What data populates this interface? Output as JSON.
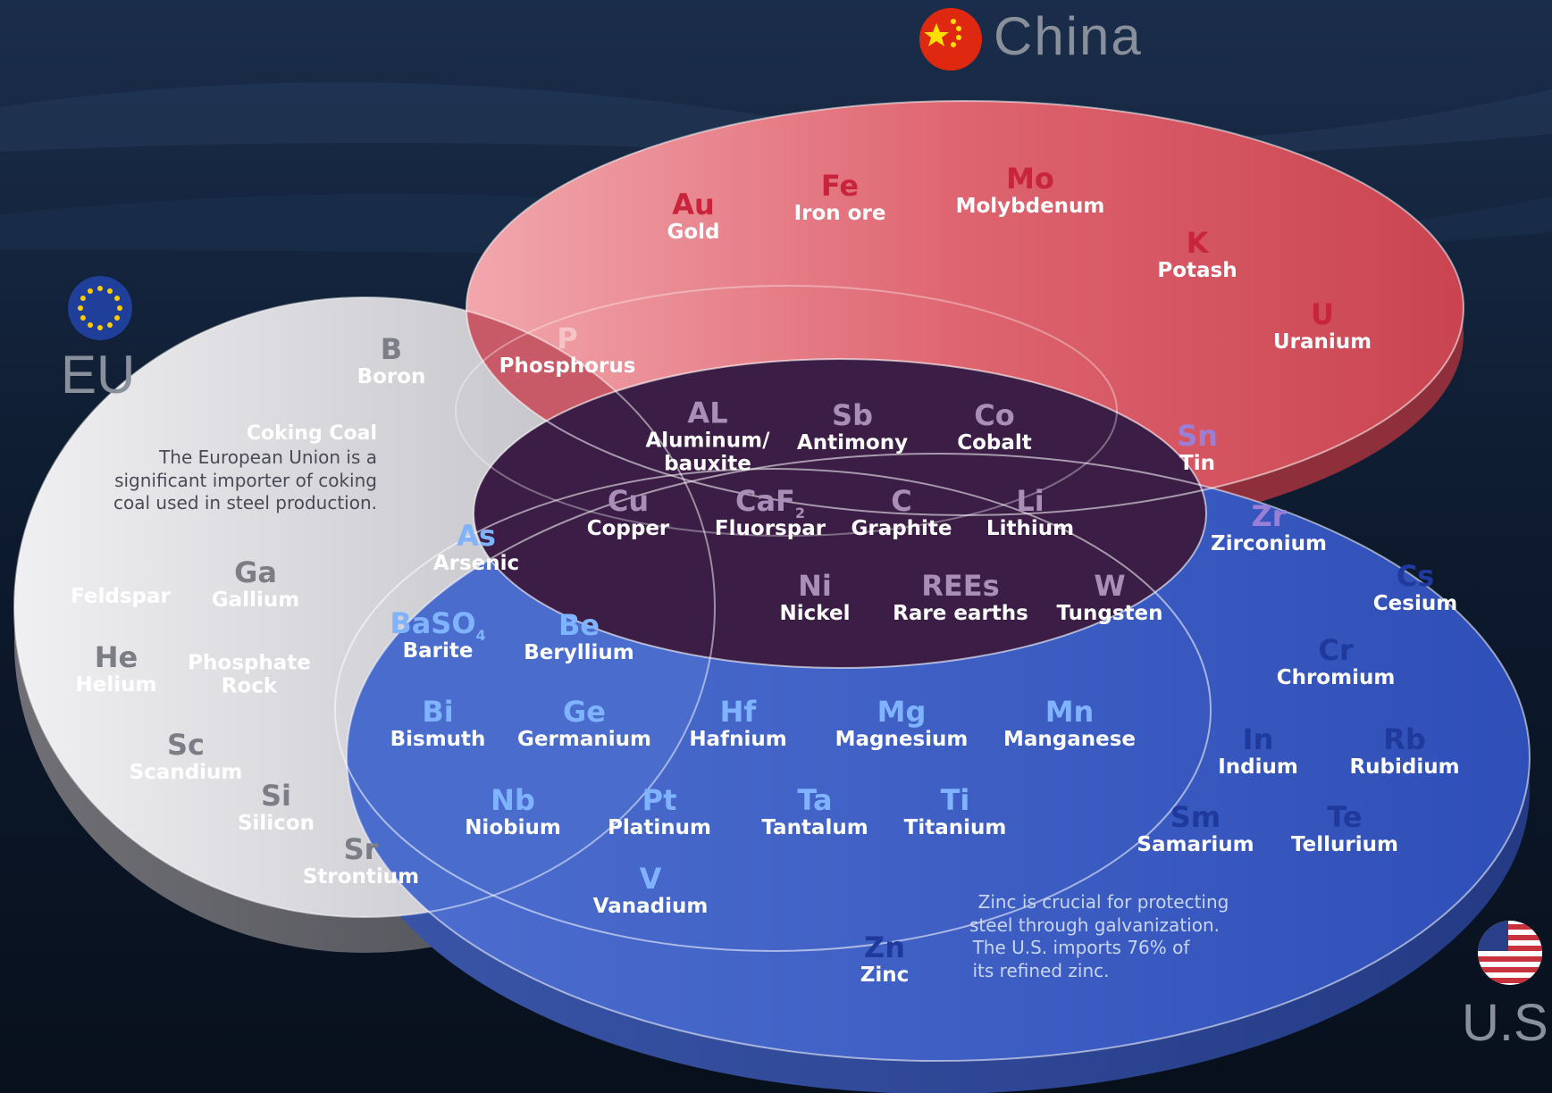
{
  "regions": {
    "china": {
      "title": "China",
      "flag_icon": "china-flag-icon"
    },
    "eu": {
      "title": "EU",
      "flag_icon": "eu-flag-icon"
    },
    "us": {
      "title": "U.S",
      "flag_icon": "us-flag-icon"
    }
  },
  "notes": {
    "coking_coal": {
      "title": "Coking Coal",
      "lines": [
        "The European Union is a",
        "significant importer of coking",
        "coal used in steel production."
      ]
    },
    "zinc": {
      "lines": [
        "Zinc is crucial for protecting",
        "steel through galvanization.",
        "The U.S. imports 76% of",
        "its refined zinc."
      ]
    }
  },
  "minerals": [
    {
      "id": "au",
      "symbol": "Au",
      "name": "Gold",
      "group": "china"
    },
    {
      "id": "fe",
      "symbol": "Fe",
      "name": "Iron ore",
      "group": "china"
    },
    {
      "id": "mo",
      "symbol": "Mo",
      "name": "Molybdenum",
      "group": "china"
    },
    {
      "id": "k",
      "symbol": "K",
      "name": "Potash",
      "group": "china"
    },
    {
      "id": "u",
      "symbol": "U",
      "name": "Uranium",
      "group": "china"
    },
    {
      "id": "p",
      "symbol": "P",
      "name": "Phosphorus",
      "group": "eu-china"
    },
    {
      "id": "al",
      "symbol": "AL",
      "name": "Aluminum/ bauxite",
      "group": "all"
    },
    {
      "id": "sb",
      "symbol": "Sb",
      "name": "Antimony",
      "group": "all"
    },
    {
      "id": "co",
      "symbol": "Co",
      "name": "Cobalt",
      "group": "all"
    },
    {
      "id": "cu",
      "symbol": "Cu",
      "name": "Copper",
      "group": "all"
    },
    {
      "id": "caf2",
      "symbol": "CaF",
      "symbol_sub": "2",
      "name": "Fluorspar",
      "group": "all"
    },
    {
      "id": "c",
      "symbol": "C",
      "name": "Graphite",
      "group": "all"
    },
    {
      "id": "li",
      "symbol": "Li",
      "name": "Lithium",
      "group": "all"
    },
    {
      "id": "ni",
      "symbol": "Ni",
      "name": "Nickel",
      "group": "all"
    },
    {
      "id": "rees",
      "symbol": "REEs",
      "name": "Rare earths",
      "group": "all"
    },
    {
      "id": "w",
      "symbol": "W",
      "name": "Tungsten",
      "group": "all"
    },
    {
      "id": "sn",
      "symbol": "Sn",
      "name": "Tin",
      "group": "china-us"
    },
    {
      "id": "zr",
      "symbol": "Zr",
      "name": "Zirconium",
      "group": "china-us"
    },
    {
      "id": "b",
      "symbol": "B",
      "name": "Boron",
      "group": "eu"
    },
    {
      "id": "ga",
      "symbol": "Ga",
      "name": "Gallium",
      "group": "eu"
    },
    {
      "id": "feldspar",
      "symbol": "",
      "name": "Feldspar",
      "group": "eu"
    },
    {
      "id": "he",
      "symbol": "He",
      "name": "Helium",
      "group": "eu"
    },
    {
      "id": "phosrock",
      "symbol": "",
      "name": "Phosphate Rock",
      "group": "eu"
    },
    {
      "id": "sc",
      "symbol": "Sc",
      "name": "Scandium",
      "group": "eu"
    },
    {
      "id": "si",
      "symbol": "Si",
      "name": "Silicon",
      "group": "eu"
    },
    {
      "id": "sr",
      "symbol": "Sr",
      "name": "Strontium",
      "group": "eu"
    },
    {
      "id": "as",
      "symbol": "As",
      "name": "Arsenic",
      "group": "eu-us"
    },
    {
      "id": "baso4",
      "symbol": "BaSO",
      "symbol_sub": "4",
      "name": "Barite",
      "group": "eu-us"
    },
    {
      "id": "be",
      "symbol": "Be",
      "name": "Beryllium",
      "group": "eu-us"
    },
    {
      "id": "bi",
      "symbol": "Bi",
      "name": "Bismuth",
      "group": "eu-us"
    },
    {
      "id": "ge",
      "symbol": "Ge",
      "name": "Germanium",
      "group": "eu-us"
    },
    {
      "id": "hf",
      "symbol": "Hf",
      "name": "Hafnium",
      "group": "eu-us"
    },
    {
      "id": "mg",
      "symbol": "Mg",
      "name": "Magnesium",
      "group": "eu-us"
    },
    {
      "id": "mn",
      "symbol": "Mn",
      "name": "Manganese",
      "group": "eu-us"
    },
    {
      "id": "nb",
      "symbol": "Nb",
      "name": "Niobium",
      "group": "eu-us"
    },
    {
      "id": "pt",
      "symbol": "Pt",
      "name": "Platinum",
      "group": "eu-us"
    },
    {
      "id": "ta",
      "symbol": "Ta",
      "name": "Tantalum",
      "group": "eu-us"
    },
    {
      "id": "ti",
      "symbol": "Ti",
      "name": "Titanium",
      "group": "eu-us"
    },
    {
      "id": "v",
      "symbol": "V",
      "name": "Vanadium",
      "group": "eu-us"
    },
    {
      "id": "cs",
      "symbol": "Cs",
      "name": "Cesium",
      "group": "us"
    },
    {
      "id": "cr",
      "symbol": "Cr",
      "name": "Chromium",
      "group": "us"
    },
    {
      "id": "in",
      "symbol": "In",
      "name": "Indium",
      "group": "us"
    },
    {
      "id": "rb",
      "symbol": "Rb",
      "name": "Rubidium",
      "group": "us"
    },
    {
      "id": "sm",
      "symbol": "Sm",
      "name": "Samarium",
      "group": "us"
    },
    {
      "id": "te",
      "symbol": "Te",
      "name": "Tellurium",
      "group": "us"
    },
    {
      "id": "zn",
      "symbol": "Zn",
      "name": "Zinc",
      "group": "us"
    }
  ],
  "colors": {
    "china": "#d9535f",
    "eu": "#d4d4d8",
    "us": "#3f63c9",
    "center": "#3a1d44",
    "china_us": "#5a3577",
    "china_eu": "#b44a59",
    "eu_us": "#3d5fc0"
  }
}
